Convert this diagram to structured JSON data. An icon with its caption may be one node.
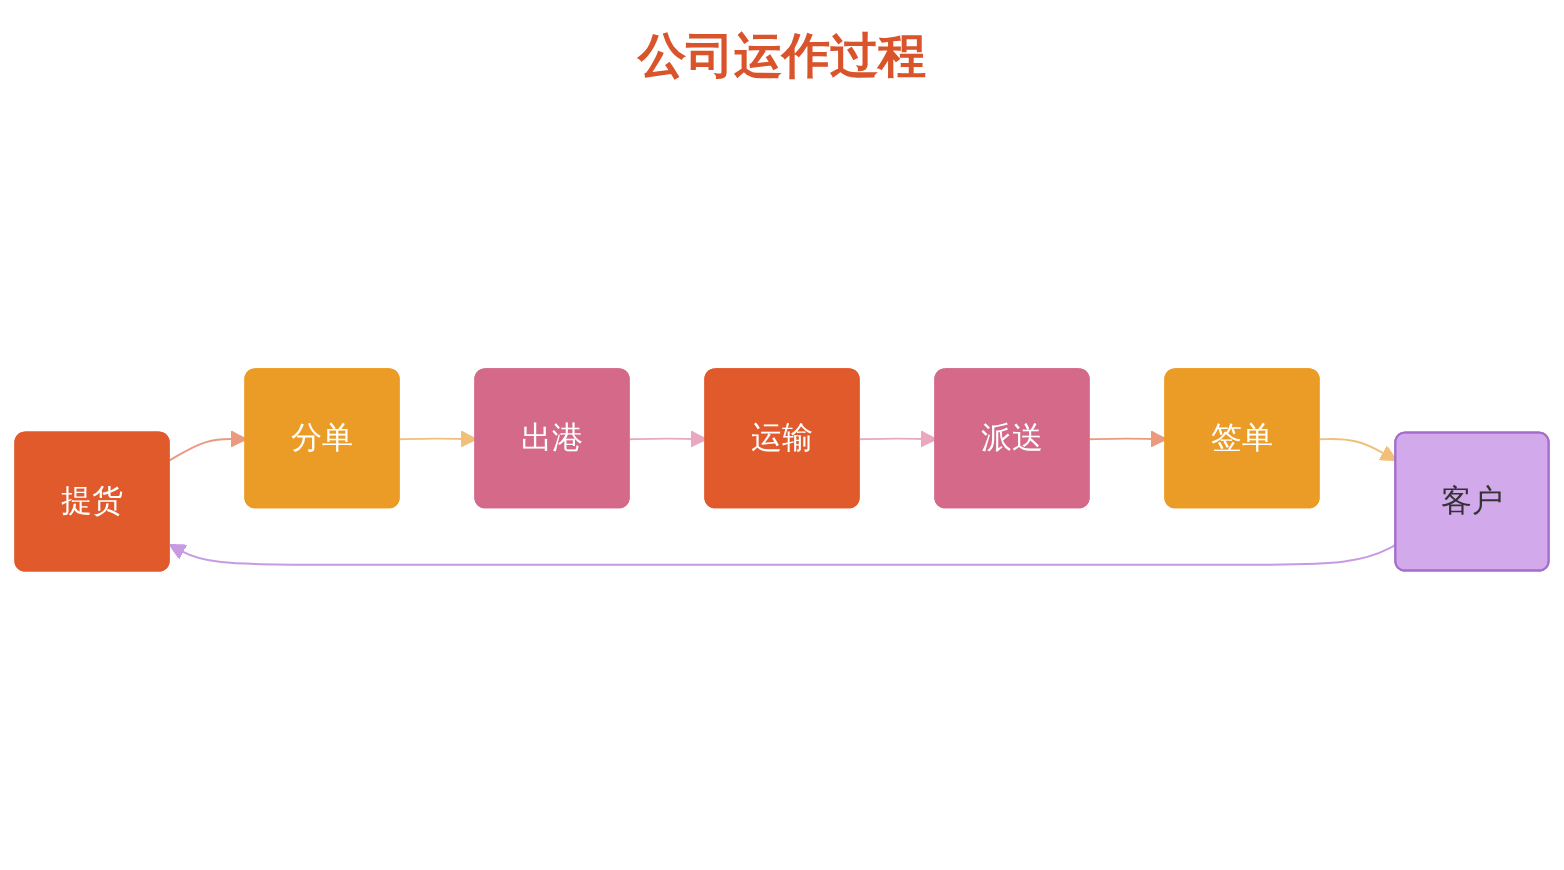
{
  "diagram": {
    "title": "公司运作过程",
    "nodes": [
      {
        "text": [
          "提货"
        ]
      },
      {
        "text": [
          "分单"
        ]
      },
      {
        "text": [
          "出港"
        ]
      },
      {
        "text": [
          "运输"
        ]
      },
      {
        "text": [
          "派送"
        ]
      },
      {
        "text": [
          "签单"
        ]
      },
      {
        "text": [
          "客户"
        ]
      }
    ],
    "edges": [
      {
        "from": 0,
        "to": 1,
        "arrow": "to",
        "color": "#eb9a80"
      },
      {
        "from": 1,
        "to": 2,
        "arrow": "to",
        "color": "#f0c07a"
      },
      {
        "from": 2,
        "to": 3,
        "arrow": "to",
        "color": "#e8a8bf"
      },
      {
        "from": 3,
        "to": 4,
        "arrow": "to",
        "color": "#e8a8bf"
      },
      {
        "from": 4,
        "to": 5,
        "arrow": "to",
        "color": "#eb9a80"
      },
      {
        "from": 5,
        "to": 6,
        "arrow": "to",
        "color": "#f0c07a"
      },
      {
        "from": 6,
        "to": 0,
        "arrow": "to",
        "color": "#c69be3"
      }
    ]
  }
}
